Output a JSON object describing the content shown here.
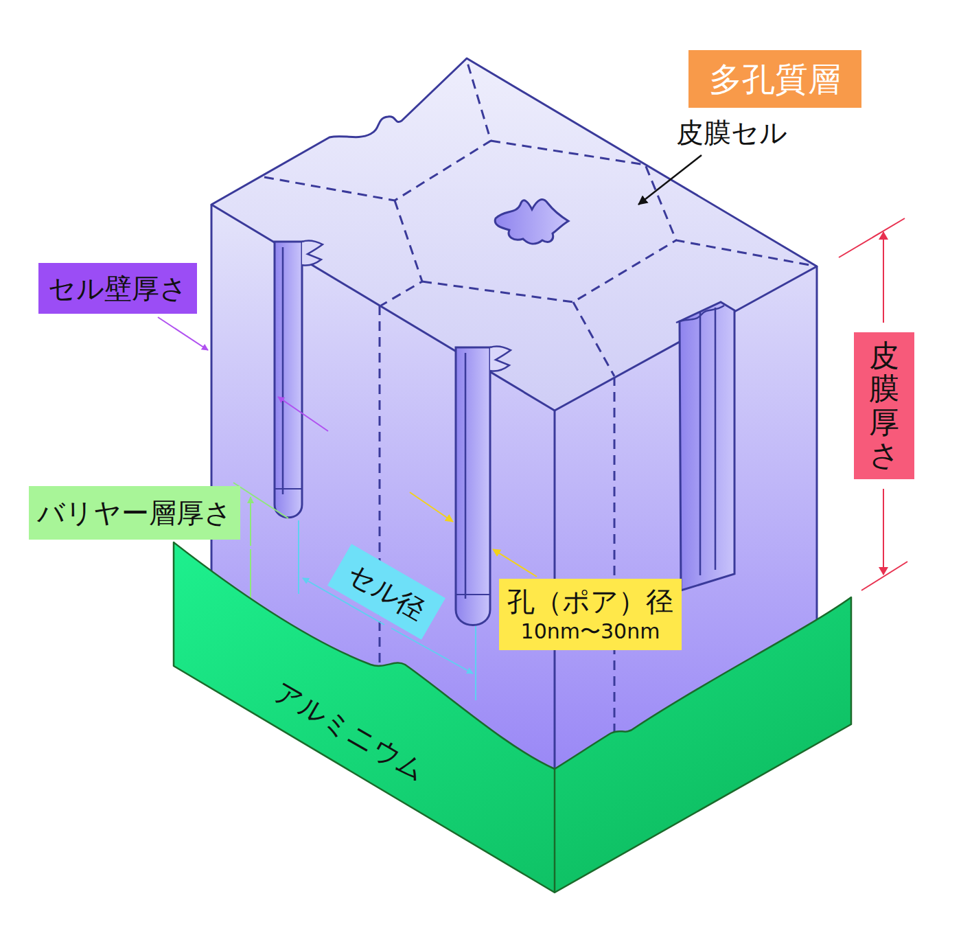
{
  "diagram": {
    "nodes": [
      {
        "text": [
          "多孔質層"
        ]
      },
      {
        "text": [
          "セル壁厚さ"
        ]
      },
      {
        "text": [
          "バリヤー層厚さ"
        ]
      },
      {
        "text": [
          "セル径"
        ]
      },
      {
        "text": [
          "孔（ポア）径",
          "10nm〜30nm"
        ]
      },
      {
        "text": [
          "皮膜厚さ"
        ]
      },
      {
        "text": [
          "アルミニウム"
        ]
      }
    ],
    "labels": [
      "皮膜セル"
    ]
  }
}
